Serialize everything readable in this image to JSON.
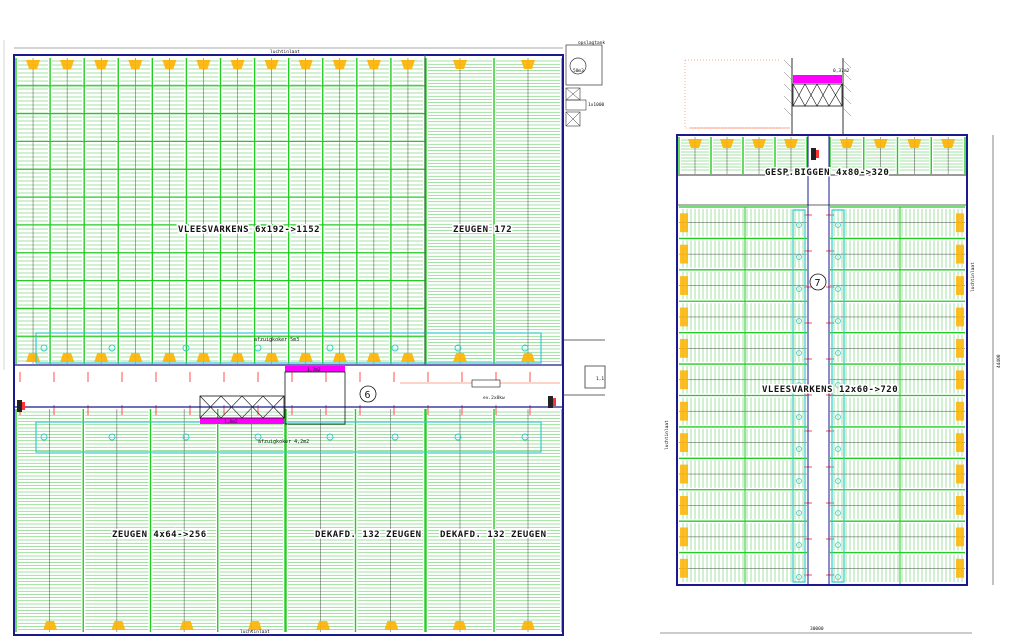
{
  "colors": {
    "wall": "#1a1a8c",
    "pen": "#22cc22",
    "slat": "#33bb33",
    "feeder": "#ffb300",
    "duct": "#33cccc",
    "highlight": "#ff00ff",
    "dimension": "#ff5522",
    "text": "#111111"
  },
  "building_left": {
    "top_label": "luchtinlaat",
    "bottom_label": "luchtinlaat",
    "rooms": {
      "vleesvarkens": "VLEESVARKENS  6x192->1152",
      "zeugen_top": "ZEUGEN  172",
      "zeugen_bottom": "ZEUGEN  4x64->256",
      "dekafd_1": "DEKAFD.  132  ZEUGEN",
      "dekafd_2": "DEKAFD.  132  ZEUGEN"
    },
    "corridor_number": "6",
    "notes": {
      "top_duct": "afzuigkoker  5m3",
      "bottom_duct": "afzuigkoker  4,2m2",
      "vent_top": "1,2m2",
      "vent_bottom": "1,8m2",
      "valve": "ev.2x8kw",
      "right_small": "1,1"
    },
    "tank": {
      "title": "opslagtank",
      "value": "50m3"
    },
    "side_note": "1x1000"
  },
  "building_right": {
    "rooms": {
      "gespeende_biggen": "GESP.BIGGEN  4x80->320",
      "vleesvarkens": "VLEESVARKENS  12x60->720"
    },
    "corridor_number": "7",
    "annex_area": "0,37m2",
    "side_labels": {
      "left": "luchtinlaat",
      "right": "luchtinlaat"
    },
    "dimensions": {
      "width": "30000",
      "height": "44400"
    }
  }
}
